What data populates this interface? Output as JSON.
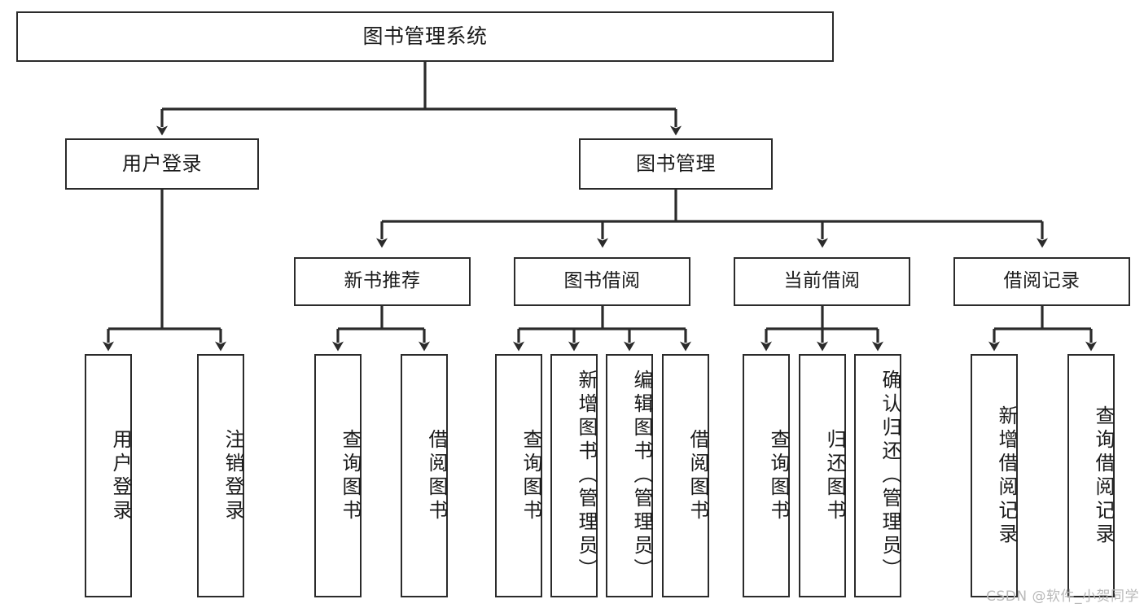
{
  "diagram": {
    "title": "图书管理系统",
    "watermark": "CSDN @软件_小贺同学",
    "colors": {
      "background": "#ffffff",
      "box_border": "#2b2b2b",
      "connector": "#2b2b2b",
      "text": "#1a1a1a",
      "watermark": "#b9b9b9"
    },
    "root": {
      "label": "图书管理系统"
    },
    "level2": [
      {
        "label": "用户登录"
      },
      {
        "label": "图书管理"
      }
    ],
    "level3": [
      {
        "label": "新书推荐"
      },
      {
        "label": "图书借阅"
      },
      {
        "label": "当前借阅"
      },
      {
        "label": "借阅记录"
      }
    ],
    "leaves": [
      {
        "label": "用户登录",
        "parent": "用户登录"
      },
      {
        "label": "注销登录",
        "parent": "用户登录"
      },
      {
        "label": "查询图书",
        "parent": "新书推荐"
      },
      {
        "label": "借阅图书",
        "parent": "新书推荐"
      },
      {
        "label": "查询图书",
        "parent": "图书借阅"
      },
      {
        "label": "新增图书（管理员）",
        "parent": "图书借阅"
      },
      {
        "label": "编辑图书（管理员）",
        "parent": "图书借阅"
      },
      {
        "label": "借阅图书",
        "parent": "图书借阅"
      },
      {
        "label": "查询图书",
        "parent": "当前借阅"
      },
      {
        "label": "归还图书",
        "parent": "当前借阅"
      },
      {
        "label": "确认归还（管理员）",
        "parent": "当前借阅"
      },
      {
        "label": "新增借阅记录",
        "parent": "借阅记录"
      },
      {
        "label": "查询借阅记录",
        "parent": "借阅记录"
      }
    ]
  }
}
